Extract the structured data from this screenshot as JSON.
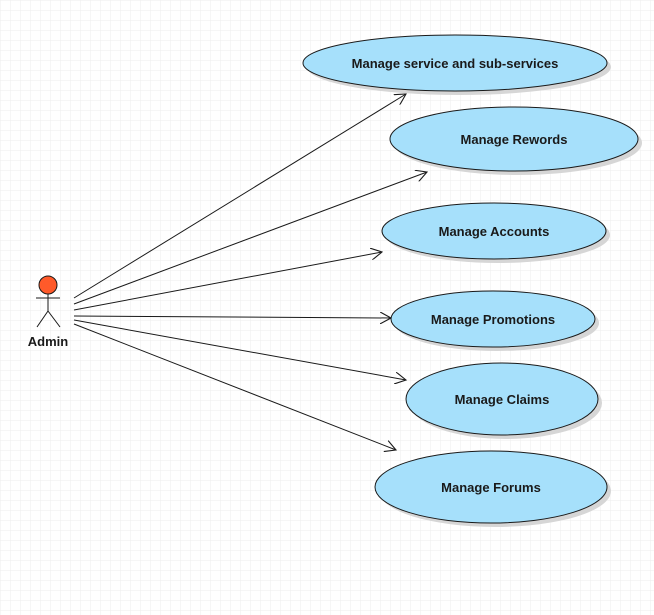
{
  "diagram": {
    "type": "use-case",
    "actor": {
      "name": "Admin",
      "head_color": "#ff5a2a"
    },
    "use_cases": [
      {
        "label": "Manage service and sub-services"
      },
      {
        "label": "Manage Rewords"
      },
      {
        "label": "Manage Accounts"
      },
      {
        "label": "Manage Promotions"
      },
      {
        "label": "Manage Claims"
      },
      {
        "label": "Manage Forums"
      }
    ],
    "associations": [
      {
        "from": "Admin",
        "to": "Manage service and sub-services",
        "style": "directed-open-arrow"
      },
      {
        "from": "Admin",
        "to": "Manage Rewords",
        "style": "directed-open-arrow"
      },
      {
        "from": "Admin",
        "to": "Manage Accounts",
        "style": "directed-open-arrow"
      },
      {
        "from": "Admin",
        "to": "Manage Promotions",
        "style": "directed-open-arrow"
      },
      {
        "from": "Admin",
        "to": "Manage Claims",
        "style": "directed-open-arrow"
      },
      {
        "from": "Admin",
        "to": "Manage Forums",
        "style": "directed-open-arrow"
      }
    ],
    "colors": {
      "use_case_fill": "#a6e0fb",
      "use_case_stroke": "#1a1a1a",
      "shadow": "#d6d6d6",
      "grid": "#ececec",
      "line": "#1a1a1a"
    }
  }
}
